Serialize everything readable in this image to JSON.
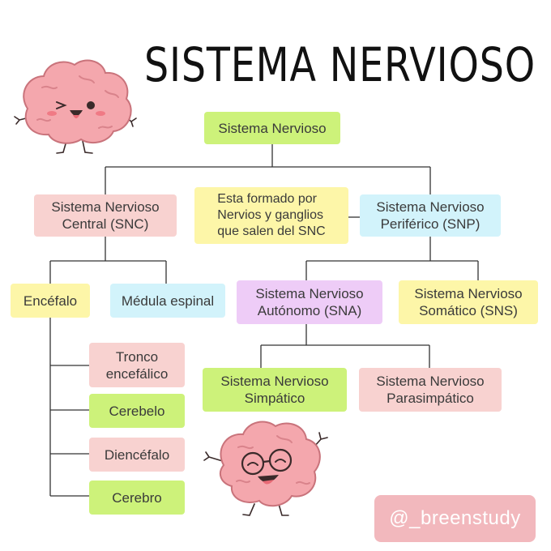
{
  "title": "SISTEMA NERVIOSO",
  "nodes": {
    "root": "Sistema Nervioso",
    "snc": "Sistema Nervioso\nCentral (SNC)",
    "note": "Esta formado por\nNervios y ganglios\nque salen del SNC",
    "snp": "Sistema Nervioso\nPeriférico (SNP)",
    "encefalo": "Encéfalo",
    "medula": "Médula espinal",
    "sna": "Sistema Nervioso\nAutónomo (SNA)",
    "sns": "Sistema Nervioso\nSomático (SNS)",
    "tronco": "Tronco\nencefálico",
    "cerebelo": "Cerebelo",
    "diencefalo": "Diencéfalo",
    "cerebro": "Cerebro",
    "simpatico": "Sistema Nervioso\nSimpático",
    "parasimpatico": "Sistema Nervioso\nParasimpático"
  },
  "watermark": "@_breenstudy",
  "colors": {
    "green": "#cdf27a",
    "pink": "#f8d2d0",
    "yellow": "#fdf6a8",
    "cyan": "#d2f3fb",
    "violet": "#eeccf7",
    "brain": "#f4a7ad"
  }
}
